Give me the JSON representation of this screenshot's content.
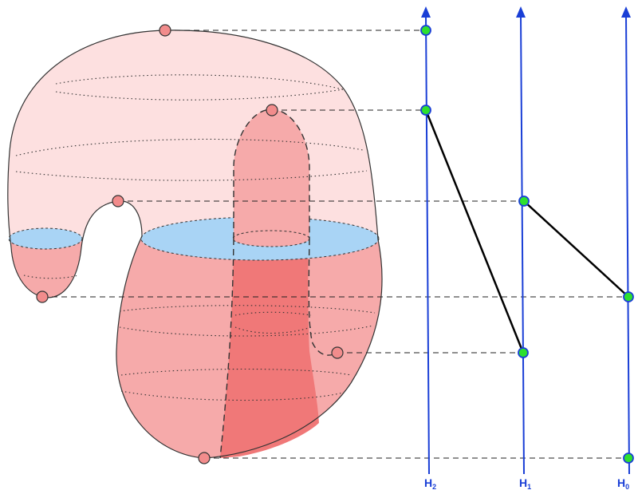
{
  "colors": {
    "surface_light": "#fde0e0",
    "surface_mid": "#f6aaaa",
    "surface_dark": "#f07878",
    "water": "#a9d4f5",
    "outline": "#333333",
    "critical_point": "#f28c8c",
    "axis": "#1a3fd6",
    "node": "#2ee02e",
    "node_outline": "#1a3fd6",
    "label": "#1a3fd6"
  },
  "axes": [
    {
      "label": "H",
      "subscript": "2"
    },
    {
      "label": "H",
      "subscript": "1"
    },
    {
      "label": "H",
      "subscript": "0"
    }
  ],
  "icons": {
    "axis_arrow": "arrow-up-icon"
  }
}
